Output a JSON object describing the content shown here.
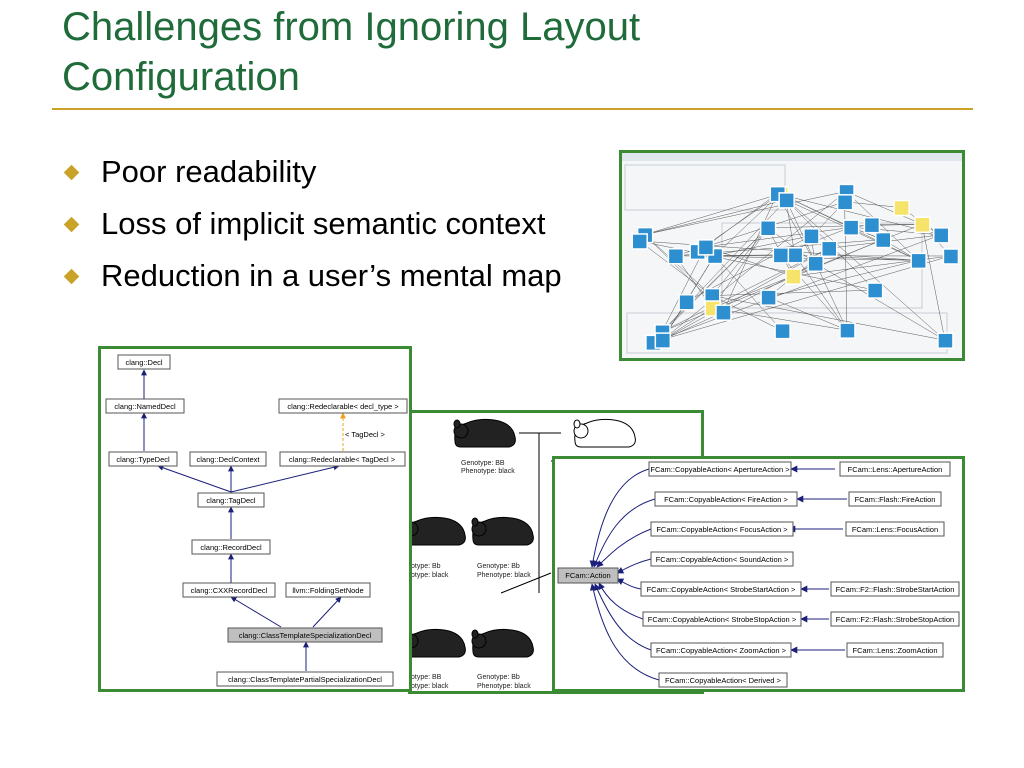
{
  "slide": {
    "title_line1": "Challenges from Ignoring Layout",
    "title_line2": "Configuration",
    "bullets": [
      "Poor readability",
      "Loss of implicit semantic context",
      "Reduction in a user’s mental map"
    ]
  },
  "colors": {
    "title": "#1f6b3a",
    "accent": "#c9a227",
    "panel_border": "#3b8a34",
    "edge": "#1b1f7a"
  },
  "clang_diagram": {
    "nodes": {
      "decl": "clang::Decl",
      "named_decl": "clang::NamedDecl",
      "redeclarable_decl_type": "clang::Redeclarable< decl_type >",
      "type_decl": "clang::TypeDecl",
      "decl_context": "clang::DeclContext",
      "redeclarable_tag_decl": "clang::Redeclarable< TagDecl >",
      "tag_decl": "clang::TagDecl",
      "record_decl": "clang::RecordDecl",
      "cxx_record_decl": "clang::CXXRecordDecl",
      "folding_set_node": "llvm::FoldingSetNode",
      "class_template_spec": "clang::ClassTemplateSpecializationDecl",
      "class_template_partial_spec": "clang::ClassTemplatePartialSpecializationDecl"
    },
    "edge_label": "< TagDecl >"
  },
  "genotype_diagram": {
    "top": {
      "genotype": "Genotype: BB",
      "phenotype": "Phenotype: black"
    },
    "mid_left": {
      "genotype": "otype: Bb",
      "phenotype": "otype: black"
    },
    "mid": {
      "genotype": "Genotype: Bb",
      "phenotype": "Phenotype: black"
    },
    "bot_left": {
      "genotype": "otype: BB",
      "phenotype": "otype: black"
    },
    "bot": {
      "genotype": "Genotype: Bb",
      "phenotype": "Phenotype: black"
    }
  },
  "fcam_diagram": {
    "center": "FCam::Action",
    "rows": [
      {
        "left": "FCam::CopyableAction< ApertureAction >",
        "right": "FCam::Lens::ApertureAction"
      },
      {
        "left": "FCam::CopyableAction< FireAction >",
        "right": "FCam::Flash::FireAction"
      },
      {
        "left": "FCam::CopyableAction< FocusAction >",
        "right": "FCam::Lens::FocusAction"
      },
      {
        "left": "FCam::CopyableAction< SoundAction >",
        "right": ""
      },
      {
        "left": "FCam::CopyableAction< StrobeStartAction >",
        "right": "FCam::F2::Flash::StrobeStartAction"
      },
      {
        "left": "FCam::CopyableAction< StrobeStopAction >",
        "right": "FCam::F2::Flash::StrobeStopAction"
      },
      {
        "left": "FCam::CopyableAction< ZoomAction >",
        "right": "FCam::Lens::ZoomAction"
      },
      {
        "left": "FCam::CopyableAction< Derived >",
        "right": ""
      }
    ]
  }
}
